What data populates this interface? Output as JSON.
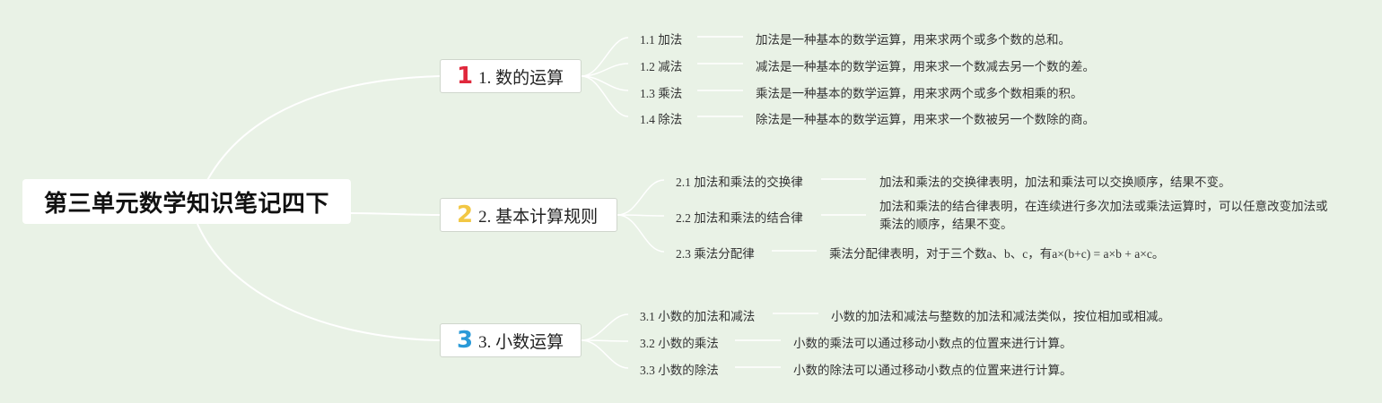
{
  "root": {
    "title": "第三单元数学知识笔记四下"
  },
  "colors": {
    "background": "#e9f2e6",
    "link": "#ffffff",
    "badge1": "#e0283c",
    "badge2": "#f2c744",
    "badge3": "#2a9ad8"
  },
  "branches": [
    {
      "badge": "1",
      "label": "1. 数的运算",
      "topics": [
        {
          "label": "1.1 加法",
          "desc": "加法是一种基本的数学运算，用来求两个或多个数的总和。"
        },
        {
          "label": "1.2 减法",
          "desc": "减法是一种基本的数学运算，用来求一个数减去另一个数的差。"
        },
        {
          "label": "1.3 乘法",
          "desc": "乘法是一种基本的数学运算，用来求两个或多个数相乘的积。"
        },
        {
          "label": "1.4 除法",
          "desc": "除法是一种基本的数学运算，用来求一个数被另一个数除的商。"
        }
      ]
    },
    {
      "badge": "2",
      "label": "2. 基本计算规则",
      "topics": [
        {
          "label": "2.1 加法和乘法的交换律",
          "desc": "加法和乘法的交换律表明，加法和乘法可以交换顺序，结果不变。"
        },
        {
          "label": "2.2 加法和乘法的结合律",
          "desc": "加法和乘法的结合律表明，在连续进行多次加法或乘法运算时，可以任意改变加法或乘法的顺序，结果不变。"
        },
        {
          "label": "2.3 乘法分配律",
          "desc": "乘法分配律表明，对于三个数a、b、c，有a×(b+c) = a×b + a×c。"
        }
      ]
    },
    {
      "badge": "3",
      "label": "3. 小数运算",
      "topics": [
        {
          "label": "3.1 小数的加法和减法",
          "desc": "小数的加法和减法与整数的加法和减法类似，按位相加或相减。"
        },
        {
          "label": "3.2 小数的乘法",
          "desc": "小数的乘法可以通过移动小数点的位置来进行计算。"
        },
        {
          "label": "3.3 小数的除法",
          "desc": "小数的除法可以通过移动小数点的位置来进行计算。"
        }
      ]
    }
  ]
}
